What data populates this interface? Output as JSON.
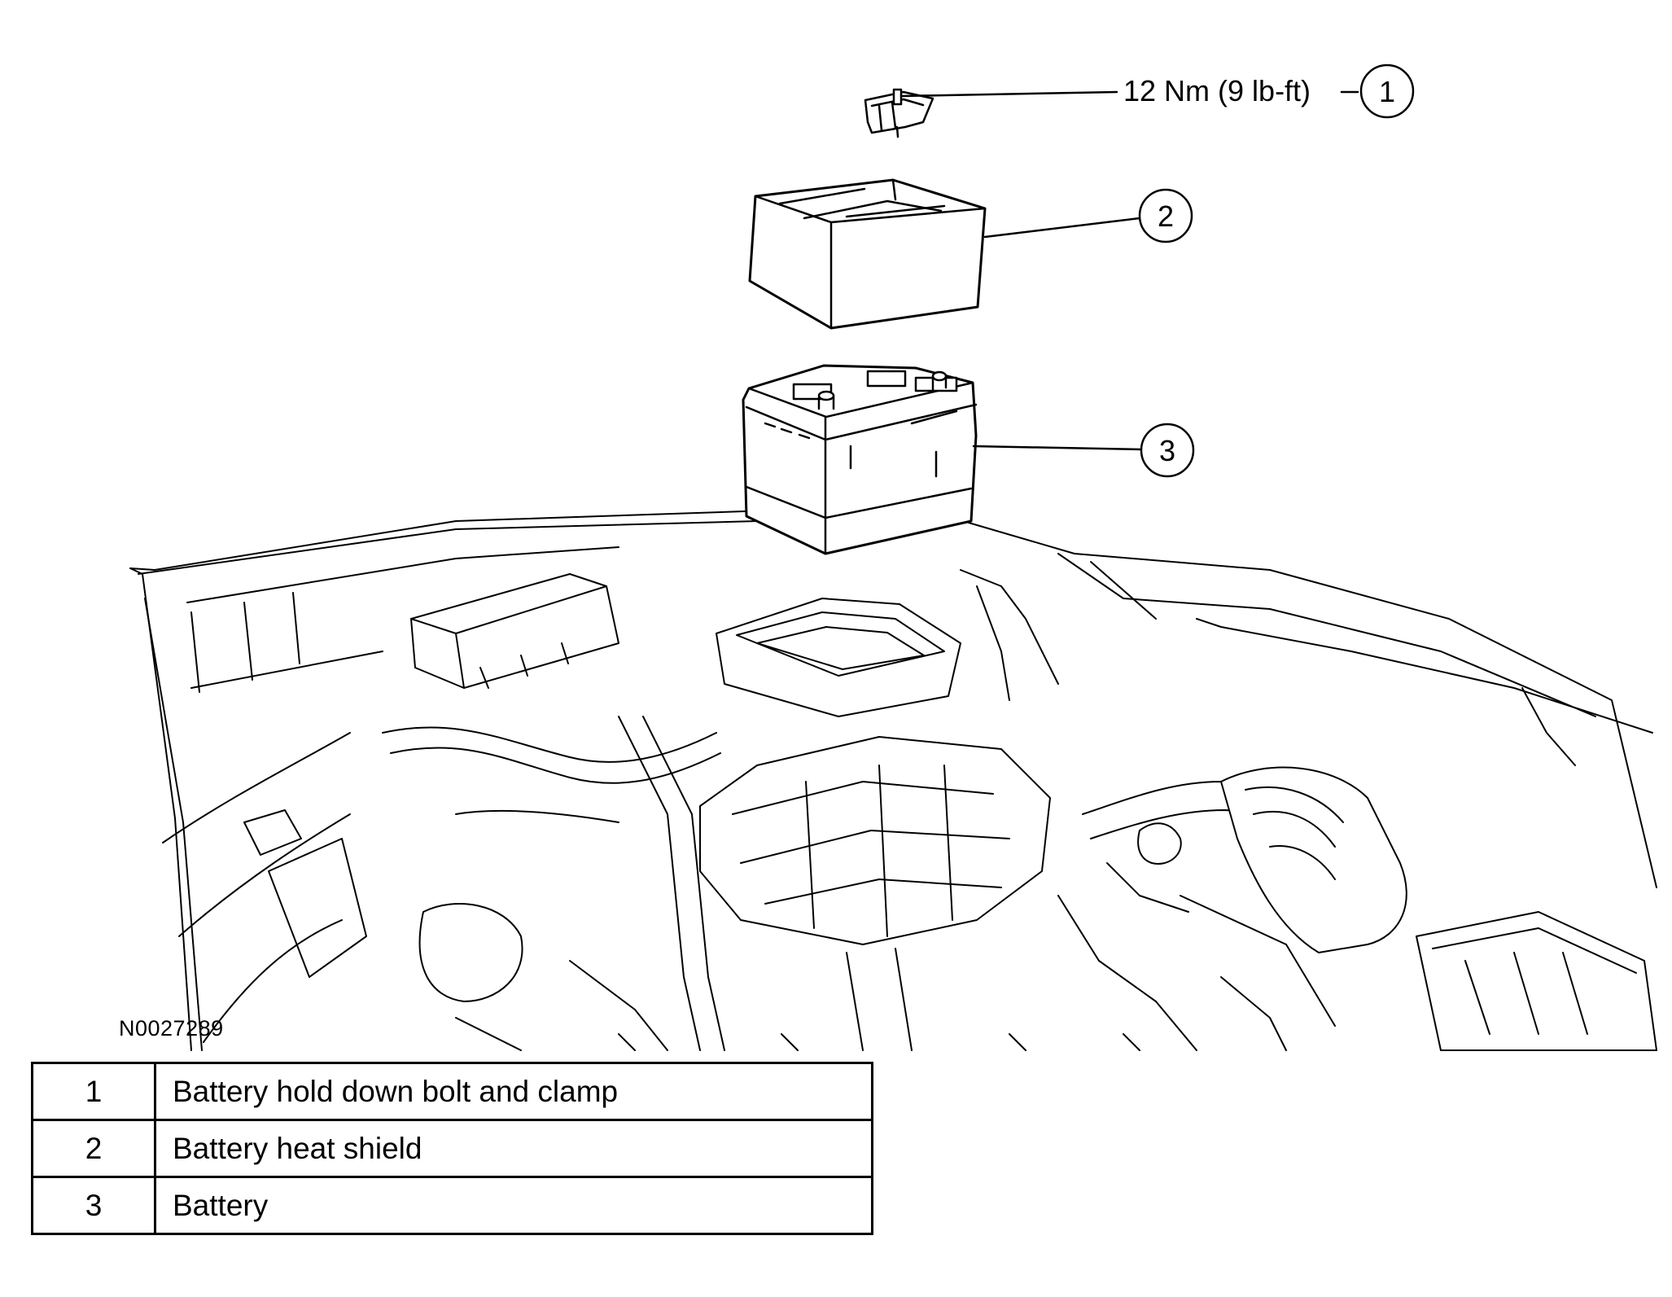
{
  "callouts": [
    {
      "number": "1",
      "torque": "12 Nm (9 lb-ft)"
    },
    {
      "number": "2"
    },
    {
      "number": "3"
    }
  ],
  "figure_id": "N0027289",
  "legend": [
    {
      "number": "1",
      "description": "Battery hold down bolt and clamp"
    },
    {
      "number": "2",
      "description": "Battery heat shield"
    },
    {
      "number": "3",
      "description": "Battery"
    }
  ]
}
